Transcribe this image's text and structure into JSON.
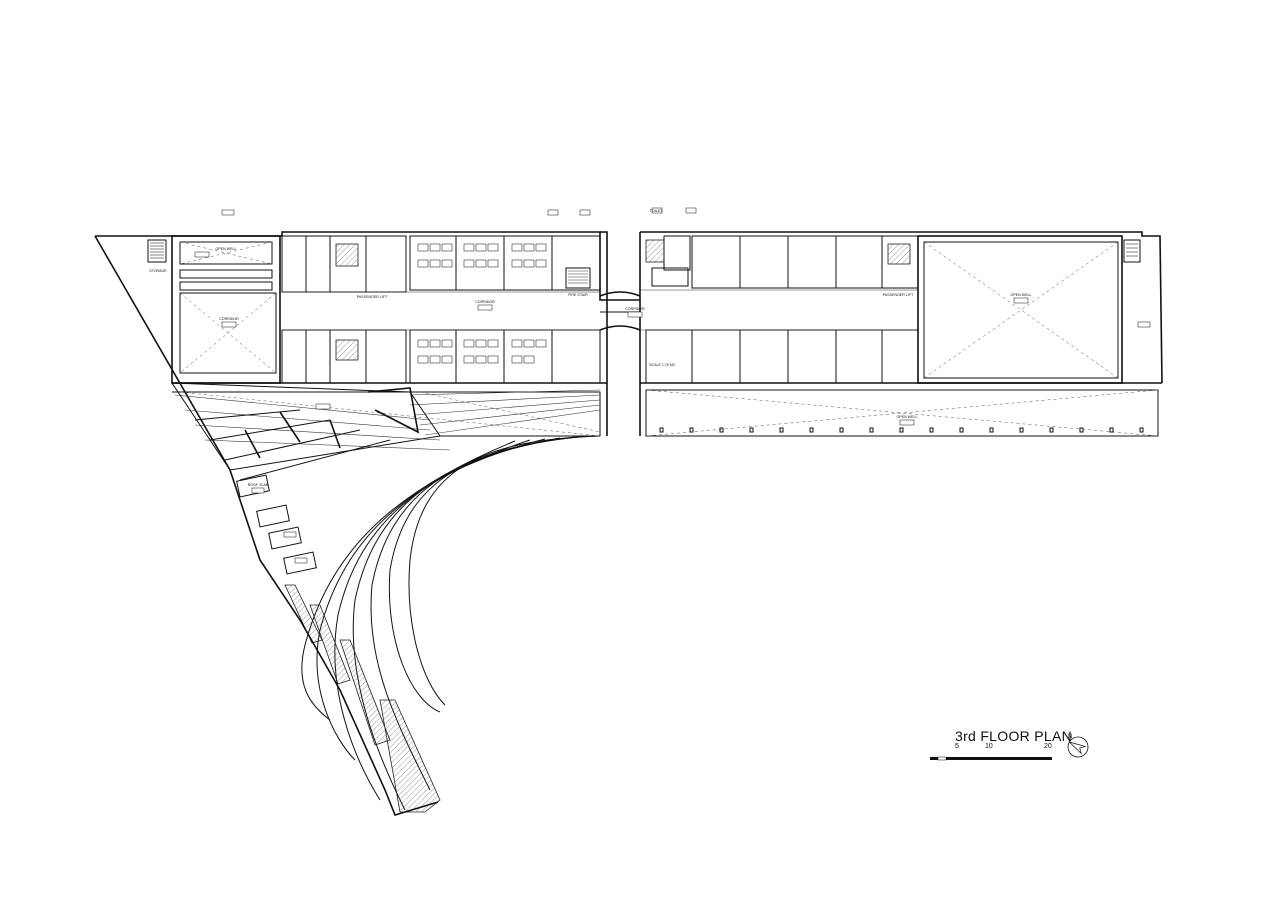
{
  "plan": {
    "title": "3rd FLOOR PLAN",
    "scale_labels": [
      "5",
      "10",
      "20"
    ],
    "north_label": "N"
  },
  "rooms": {
    "open_well_large": "OPEN WELL",
    "open_well_left": "OPEN WELL",
    "open_well_bottom": "OPEN WELL",
    "corridor_center": "CORRIDOR",
    "corridor_left": "CORRIDOR",
    "corridor_right": "CORRIDOR",
    "passenger_lift_left": "PASSENGER LIFT",
    "passenger_lift_right": "PASSENGER LIFT",
    "fire_stair": "FIRE STAIR",
    "toilet": "TOILET",
    "storage": "STORAGE",
    "roof_slab": "ROOF SLAB",
    "scale_note": "SCALE 1:75 M2"
  }
}
